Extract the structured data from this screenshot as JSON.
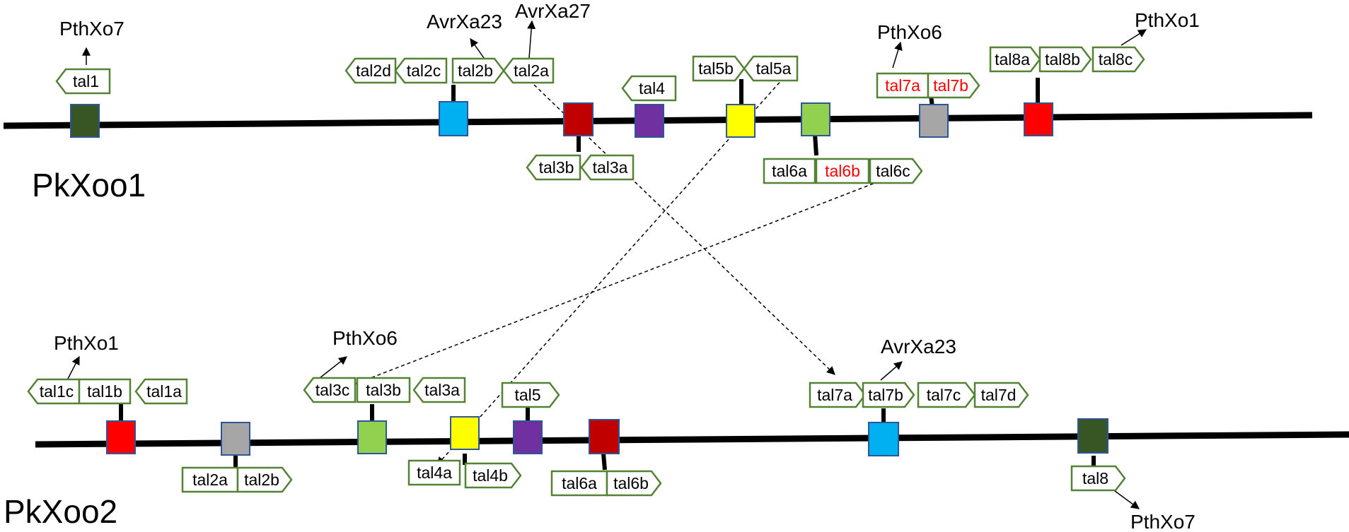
{
  "genomes": [
    {
      "name": "PkXoo1",
      "loci": [
        {
          "color": "#375623",
          "tals": [
            {
              "label": "tal1",
              "dir": "left",
              "color": "#000000"
            }
          ],
          "gene": "PthXo7"
        },
        {
          "color": "#00B0F0",
          "tals": [
            {
              "label": "tal2d",
              "dir": "left",
              "color": "#000000"
            },
            {
              "label": "tal2c",
              "dir": "left",
              "color": "#000000"
            },
            {
              "label": "tal2b",
              "dir": "right",
              "color": "#000000"
            },
            {
              "label": "tal2a",
              "dir": "left",
              "color": "#000000"
            }
          ],
          "genes": [
            "AvrXa23",
            "AvrXa27"
          ]
        },
        {
          "color": "#C00000",
          "tals": [
            {
              "label": "tal3b",
              "dir": "left",
              "color": "#000000"
            },
            {
              "label": "tal3a",
              "dir": "left",
              "color": "#000000"
            }
          ]
        },
        {
          "color": "#7030A0",
          "tals": [
            {
              "label": "tal4",
              "dir": "left",
              "color": "#000000"
            }
          ]
        },
        {
          "color": "#FFFF00",
          "tals": [
            {
              "label": "tal5b",
              "dir": "right",
              "color": "#000000"
            },
            {
              "label": "tal5a",
              "dir": "left",
              "color": "#000000"
            }
          ]
        },
        {
          "color": "#92D050",
          "tals": [
            {
              "label": "tal6a",
              "dir": "none",
              "color": "#000000"
            },
            {
              "label": "tal6b",
              "dir": "none",
              "color": "#FF0000"
            },
            {
              "label": "tal6c",
              "dir": "right",
              "color": "#000000"
            }
          ]
        },
        {
          "color": "#A6A6A6",
          "tals": [
            {
              "label": "tal7a",
              "dir": "none",
              "color": "#FF0000"
            },
            {
              "label": "tal7b",
              "dir": "right",
              "color": "#FF0000"
            }
          ],
          "gene": "PthXo6"
        },
        {
          "color": "#FF0000",
          "tals": [
            {
              "label": "tal8a",
              "dir": "right",
              "color": "#000000"
            },
            {
              "label": "tal8b",
              "dir": "right",
              "color": "#000000"
            },
            {
              "label": "tal8c",
              "dir": "right",
              "color": "#000000"
            }
          ],
          "gene": "PthXo1"
        }
      ]
    },
    {
      "name": "PkXoo2",
      "loci": [
        {
          "color": "#FF0000",
          "tals": [
            {
              "label": "tal1c",
              "dir": "left",
              "color": "#000000"
            },
            {
              "label": "tal1b",
              "dir": "none",
              "color": "#000000"
            },
            {
              "label": "tal1a",
              "dir": "left",
              "color": "#000000"
            }
          ],
          "gene": "PthXo1"
        },
        {
          "color": "#A6A6A6",
          "tals": [
            {
              "label": "tal2a",
              "dir": "none",
              "color": "#000000"
            },
            {
              "label": "tal2b",
              "dir": "right",
              "color": "#000000"
            }
          ]
        },
        {
          "color": "#92D050",
          "tals": [
            {
              "label": "tal3c",
              "dir": "left",
              "color": "#000000"
            },
            {
              "label": "tal3b",
              "dir": "none",
              "color": "#000000"
            },
            {
              "label": "tal3a",
              "dir": "left",
              "color": "#000000"
            }
          ],
          "gene": "PthXo6"
        },
        {
          "color": "#FFFF00",
          "tals": [
            {
              "label": "tal4a",
              "dir": "none",
              "color": "#000000"
            },
            {
              "label": "tal4b",
              "dir": "right",
              "color": "#000000"
            }
          ]
        },
        {
          "color": "#7030A0",
          "tals": [
            {
              "label": "tal5",
              "dir": "right",
              "color": "#000000"
            }
          ]
        },
        {
          "color": "#C00000",
          "tals": [
            {
              "label": "tal6a",
              "dir": "none",
              "color": "#000000"
            },
            {
              "label": "tal6b",
              "dir": "right",
              "color": "#000000"
            }
          ]
        },
        {
          "color": "#00B0F0",
          "tals": [
            {
              "label": "tal7a",
              "dir": "right",
              "color": "#000000"
            },
            {
              "label": "tal7b",
              "dir": "right",
              "color": "#000000"
            },
            {
              "label": "tal7c",
              "dir": "right",
              "color": "#000000"
            },
            {
              "label": "tal7d",
              "dir": "right",
              "color": "#000000"
            }
          ],
          "gene": "AvrXa23"
        },
        {
          "color": "#375623",
          "tals": [
            {
              "label": "tal8",
              "dir": "right",
              "color": "#000000"
            }
          ],
          "gene": "PthXo7"
        }
      ]
    }
  ],
  "connections": [
    {
      "from": "PkXoo1 tal2a",
      "to": "PkXoo2 tal7a"
    },
    {
      "from": "PkXoo1 tal5a",
      "to": "PkXoo2 tal4a"
    },
    {
      "from": "PkXoo1 tal6c",
      "to": "PkXoo2 tal3c"
    }
  ],
  "colors": {
    "box_border": "#548235",
    "line": "#000000",
    "highlight_text": "#FF0000"
  }
}
